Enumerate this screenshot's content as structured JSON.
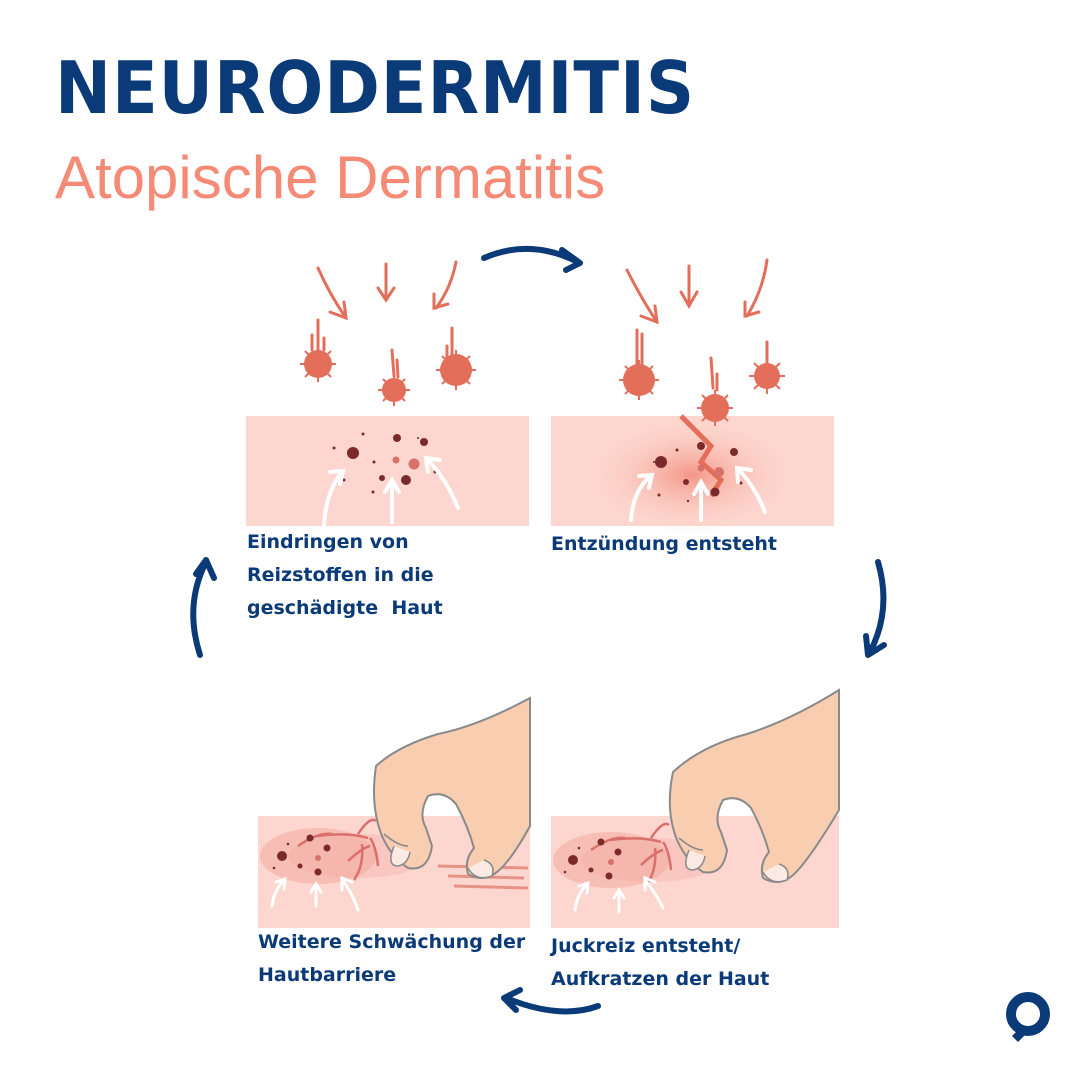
{
  "header": {
    "title": "NEURODERMITIS",
    "subtitle": "Atopische Dermatitis"
  },
  "colors": {
    "title": "#0b3a78",
    "subtitle": "#f58a76",
    "skin": "#fdd7cf",
    "irritant": "#e36f5b",
    "hand": "#f9cdb0",
    "cycle_arrow": "#0b3a78"
  },
  "cycle": {
    "steps": [
      {
        "id": 1,
        "caption": "Eindringen von\nReizstoffen in die\ngeschädigte  Haut",
        "illustration": "irritants-penetrating-skin"
      },
      {
        "id": 2,
        "caption": "Entzündung entsteht",
        "illustration": "inflammation-in-skin"
      },
      {
        "id": 3,
        "caption": "Juckreiz entsteht/\nAufkratzen der Haut",
        "illustration": "hand-scratching-skin"
      },
      {
        "id": 4,
        "caption": "Weitere Schwächung der\nHautbarriere",
        "illustration": "hand-scratching-damaged-skin"
      }
    ],
    "arrows": [
      "step1-to-step2",
      "step2-to-step3",
      "step3-to-step4",
      "step4-to-step1"
    ]
  },
  "logo": {
    "icon": "magnifier-logo-icon"
  }
}
